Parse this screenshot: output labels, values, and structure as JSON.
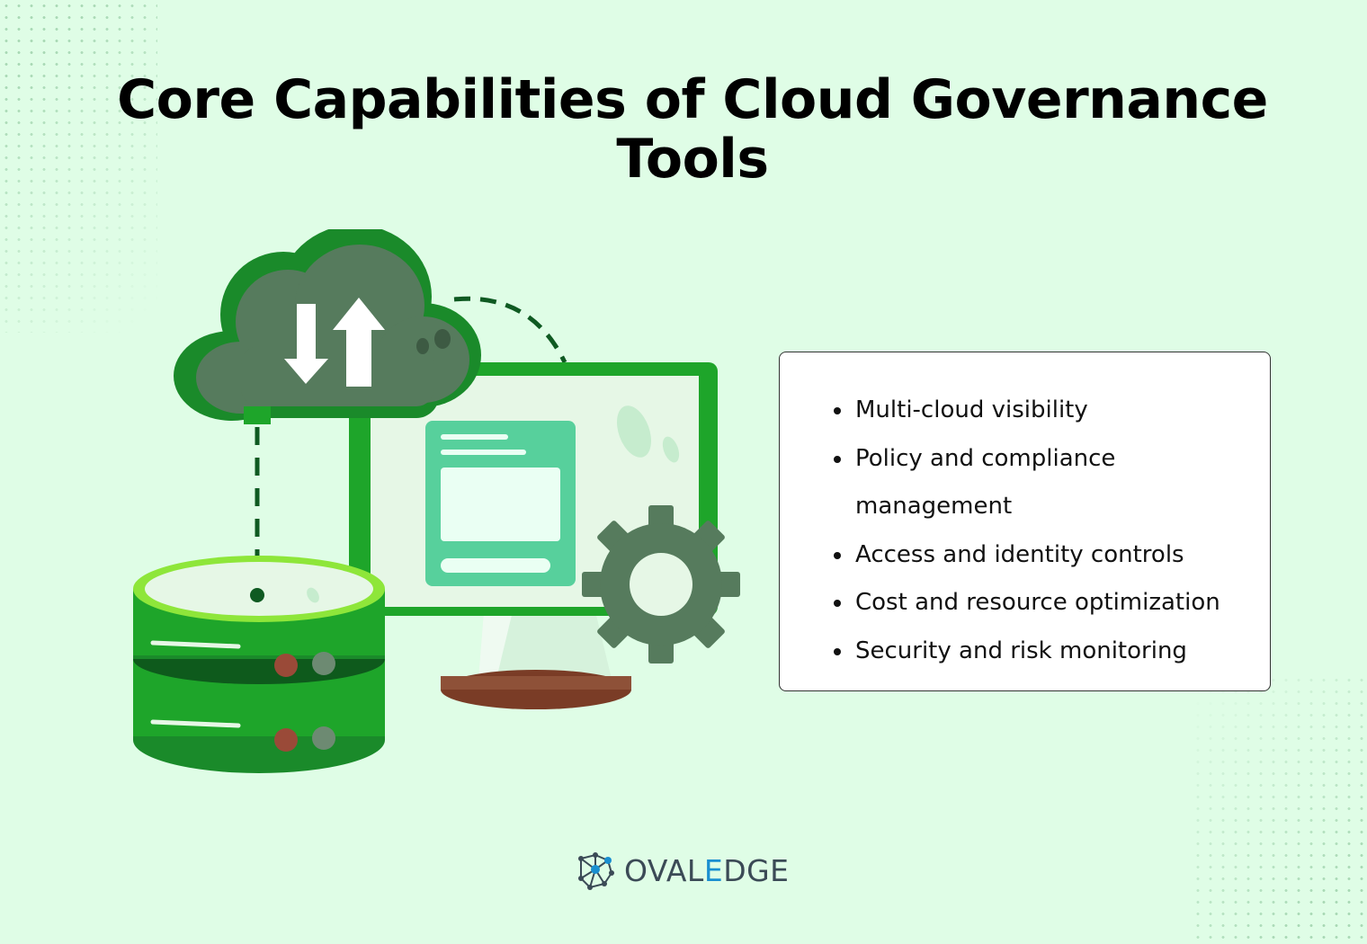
{
  "title_line1": "Core Capabilities of Cloud Governance",
  "title_line2": "Tools",
  "capabilities": [
    "Multi-cloud visibility",
    "Policy and compliance management",
    "Access and identity controls",
    "Cost and resource optimization",
    "Security and risk monitoring"
  ],
  "logo": {
    "part1": "OVAL",
    "part2": "E",
    "part3": "DGE"
  },
  "colors": {
    "background": "#dffde6",
    "primary_green": "#1ea52a",
    "dark_green": "#567b5d",
    "logo_blue": "#1a8fd0"
  },
  "icons": [
    "cloud-sync-icon",
    "database-icon",
    "monitor-icon",
    "gear-icon",
    "ovaledge-logo-icon"
  ]
}
